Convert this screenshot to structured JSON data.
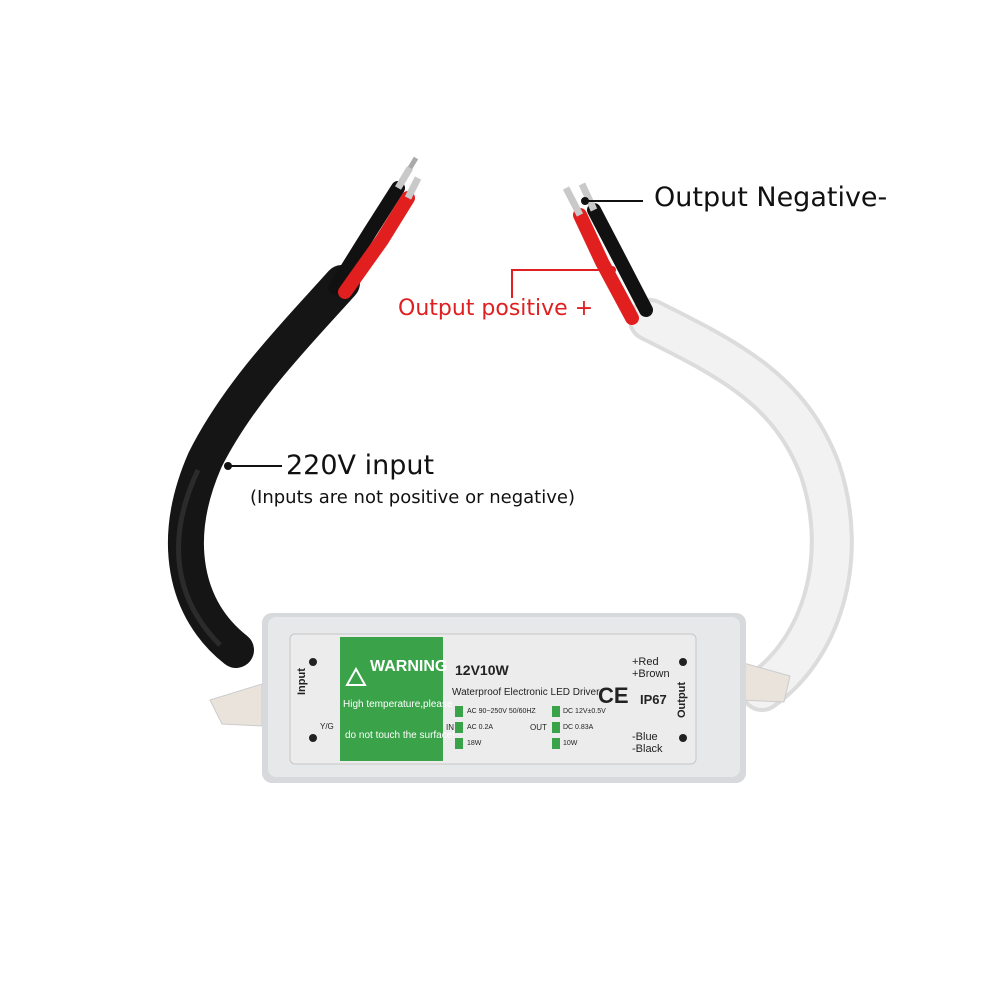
{
  "callouts": {
    "output_negative": "Output Negative-",
    "output_positive": "Output positive +",
    "input": "220V input",
    "input_note": "(Inputs are not positive or negative)"
  },
  "label": {
    "warning_title": "WARNING",
    "warning_line1": "High temperature,please",
    "warning_line2": "do not touch the surface!",
    "model": "12V10W",
    "description": "Waterproof Electronic LED Driver",
    "ce": "CE",
    "ip_rating": "IP67",
    "input_side": "Input",
    "yg": "Y/G",
    "output_side": "Output",
    "in_label": "IN",
    "out_label": "OUT",
    "in_v": "AC 90~250V 50/60HZ",
    "in_i": "AC 0.2A",
    "in_p": "18W",
    "out_v": "DC 12V±0.5V",
    "out_i": "DC 0.83A",
    "out_p": "10W",
    "pos_red": "+Red",
    "pos_brown": "+Brown",
    "neg_blue": "-Blue",
    "neg_black": "-Black"
  },
  "colors": {
    "warning_green": "#3aa349",
    "positive_red": "#e02020",
    "cable_black": "#151515",
    "cable_white": "#f1f1f1"
  }
}
